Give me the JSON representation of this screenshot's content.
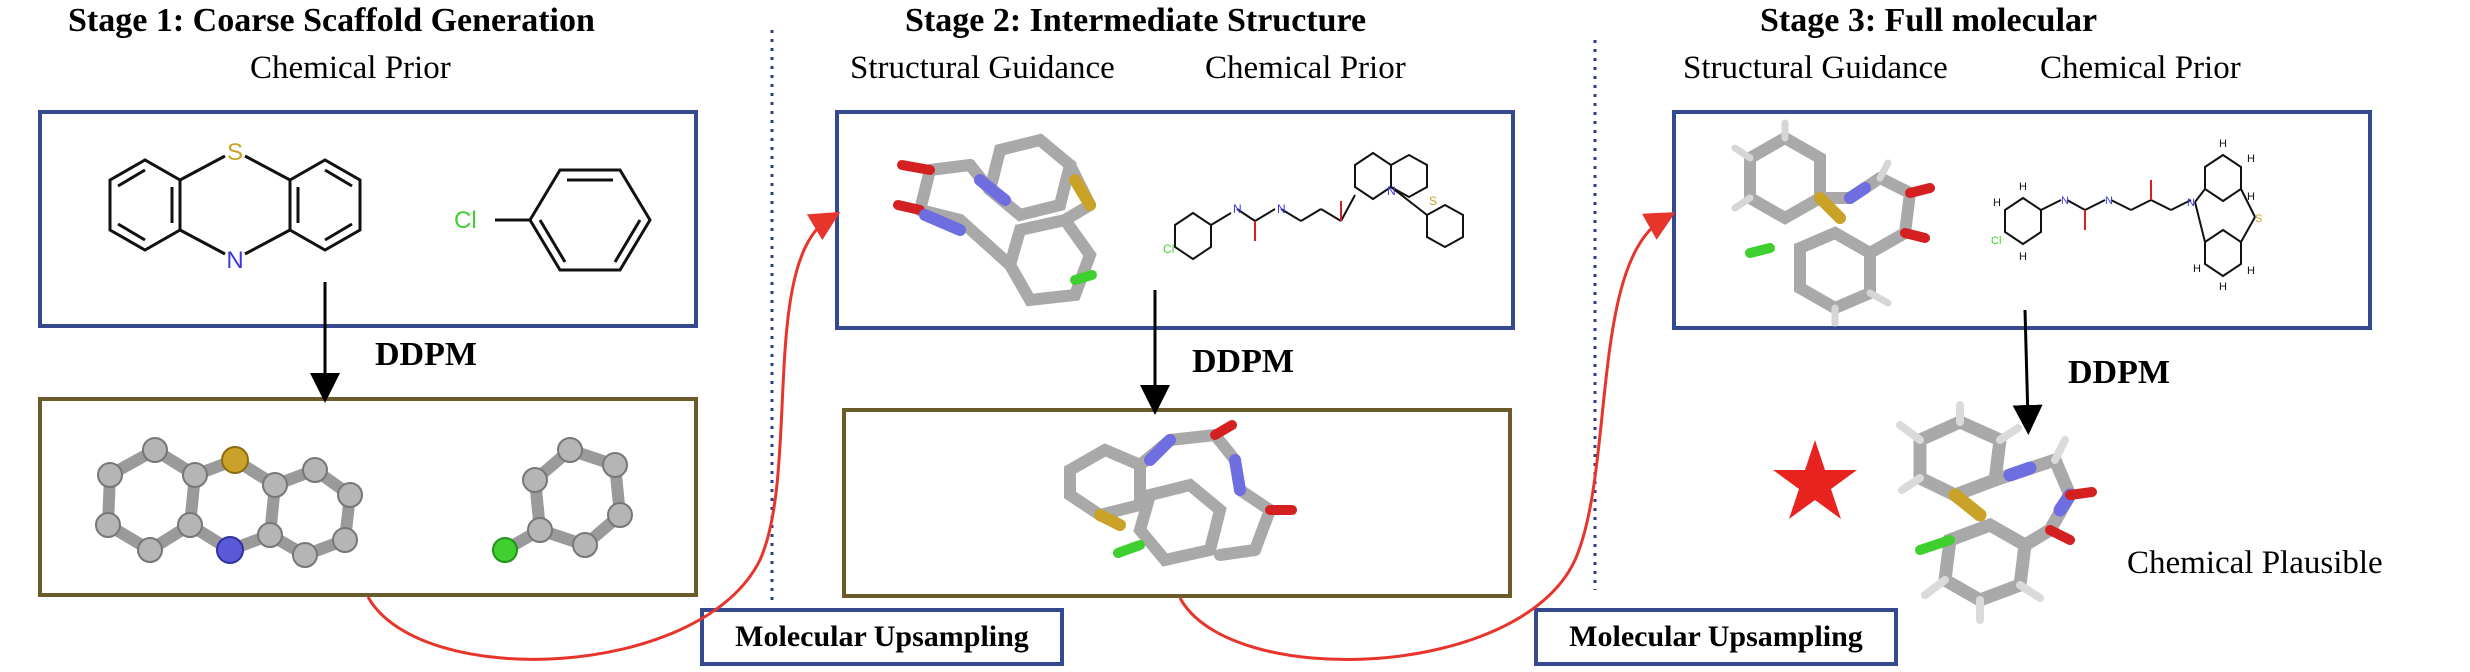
{
  "stages": [
    {
      "title": "Stage 1: Coarse Scaffold Generation",
      "labels": [
        "Chemical Prior"
      ]
    },
    {
      "title": "Stage 2: Intermediate Structure",
      "labels": [
        "Structural Guidance",
        "Chemical Prior"
      ]
    },
    {
      "title": "Stage 3: Full molecular",
      "labels": [
        "Structural Guidance",
        "Chemical Prior"
      ]
    }
  ],
  "ddpm_label": "DDPM",
  "upsampling_label": "Molecular Upsampling",
  "plausible_label": "Chemical Plausible",
  "atom_labels": {
    "sulfur": "S",
    "nitrogen": "N",
    "chlorine": "Cl",
    "hydrogen": "H"
  },
  "colors": {
    "box_blue": "#34498f",
    "box_brown": "#6b5a2a",
    "arrow_red": "#e8352c",
    "star_red": "#e8231f",
    "divider": "#2b3f8c",
    "sulfur": "#c9a227",
    "nitrogen": "#3a3ae0",
    "chlorine": "#3fcf2f",
    "oxygen": "#d42020",
    "carbon_3d": "#a9a9a9"
  },
  "icons": [
    "star-icon",
    "flow-arrow-icon"
  ]
}
